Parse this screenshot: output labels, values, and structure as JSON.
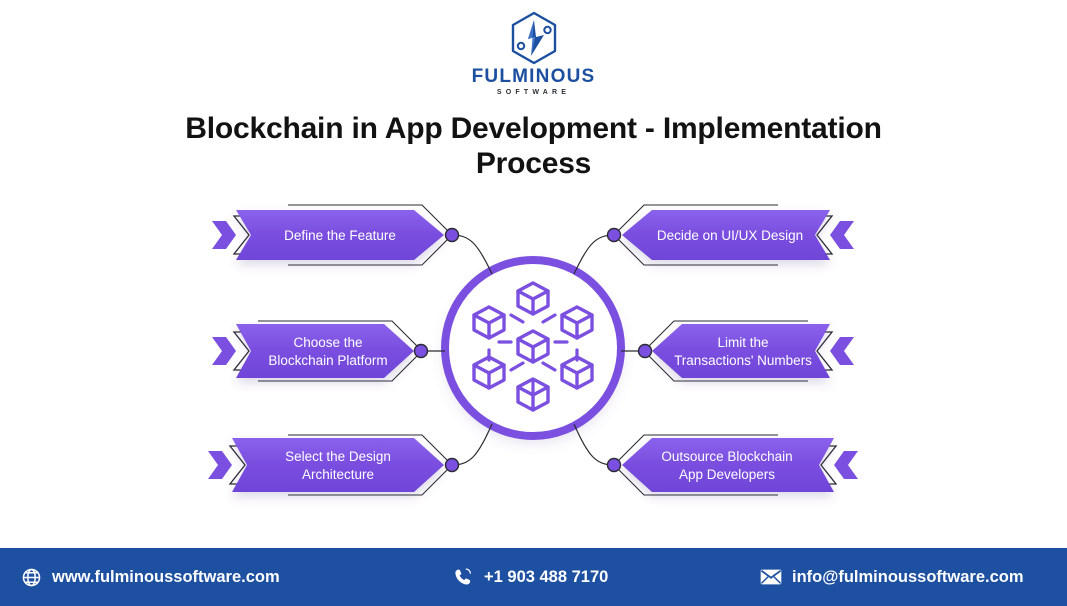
{
  "brand": {
    "logo_icon": "fulminous-hexagon-bolt-logo",
    "wordmark": "FULMINOUS",
    "tagline": "SOFTWARE",
    "brand_blue": "#1e50a2",
    "accent_purple": "#7b4fe0"
  },
  "header": {
    "title": "Blockchain in App Development - Implementation Process"
  },
  "diagram": {
    "center_icon": "blockchain-cubes-icon",
    "left_nodes": [
      {
        "label_line1": "Define the Feature",
        "label_line2": ""
      },
      {
        "label_line1": "Choose the",
        "label_line2": "Blockchain Platform"
      },
      {
        "label_line1": "Select the Design",
        "label_line2": "Architecture"
      }
    ],
    "right_nodes": [
      {
        "label_line1": "Decide on UI/UX Design",
        "label_line2": ""
      },
      {
        "label_line1": "Limit the",
        "label_line2": "Transactions' Numbers"
      },
      {
        "label_line1": "Outsource Blockchain",
        "label_line2": "App Developers"
      }
    ]
  },
  "footer": {
    "website": "www.fulminoussoftware.com",
    "website_icon": "globe-icon",
    "phone": "+1 903 488 7170",
    "phone_icon": "phone-icon",
    "email": "info@fulminoussoftware.com",
    "email_icon": "envelope-icon",
    "background": "#1e50a2"
  }
}
